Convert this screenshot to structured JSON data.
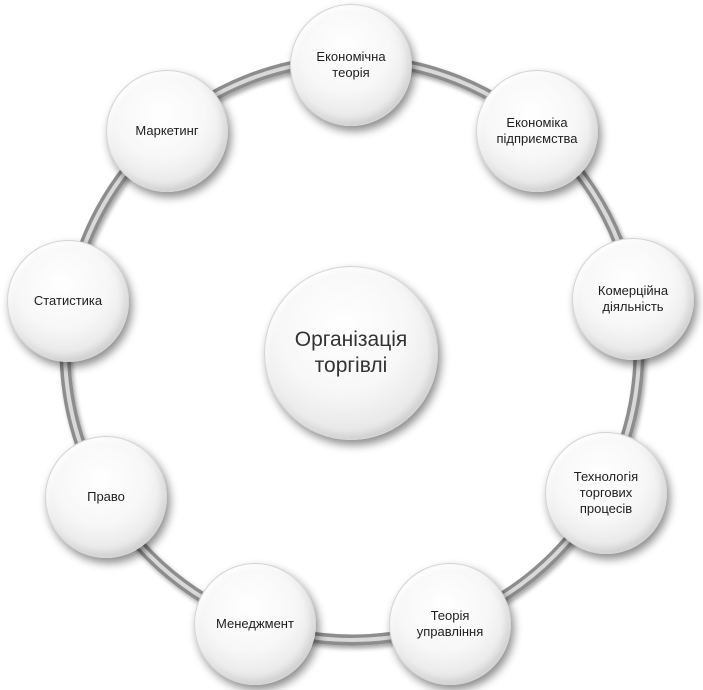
{
  "diagram": {
    "center": {
      "label": "Організація\nторгівлі"
    },
    "nodes": [
      {
        "id": "ekonomichna-teoriia",
        "label": "Економічна\nтеорія"
      },
      {
        "id": "ekonomika-pidpryiemstva",
        "label": "Економіка\nпідприємства"
      },
      {
        "id": "komertsiina-diialnist",
        "label": "Комерційна\nдіяльність"
      },
      {
        "id": "tekhnolohiia-torhovykh-protsesiv",
        "label": "Технологія\nторгових\nпроцесів"
      },
      {
        "id": "teoriia-upravlinnia",
        "label": "Теорія\nуправління"
      },
      {
        "id": "menedzhment",
        "label": "Менеджмент"
      },
      {
        "id": "pravo",
        "label": "Право"
      },
      {
        "id": "statystyka",
        "label": "Статистика"
      },
      {
        "id": "marketynh",
        "label": "Маркетинг"
      }
    ]
  }
}
